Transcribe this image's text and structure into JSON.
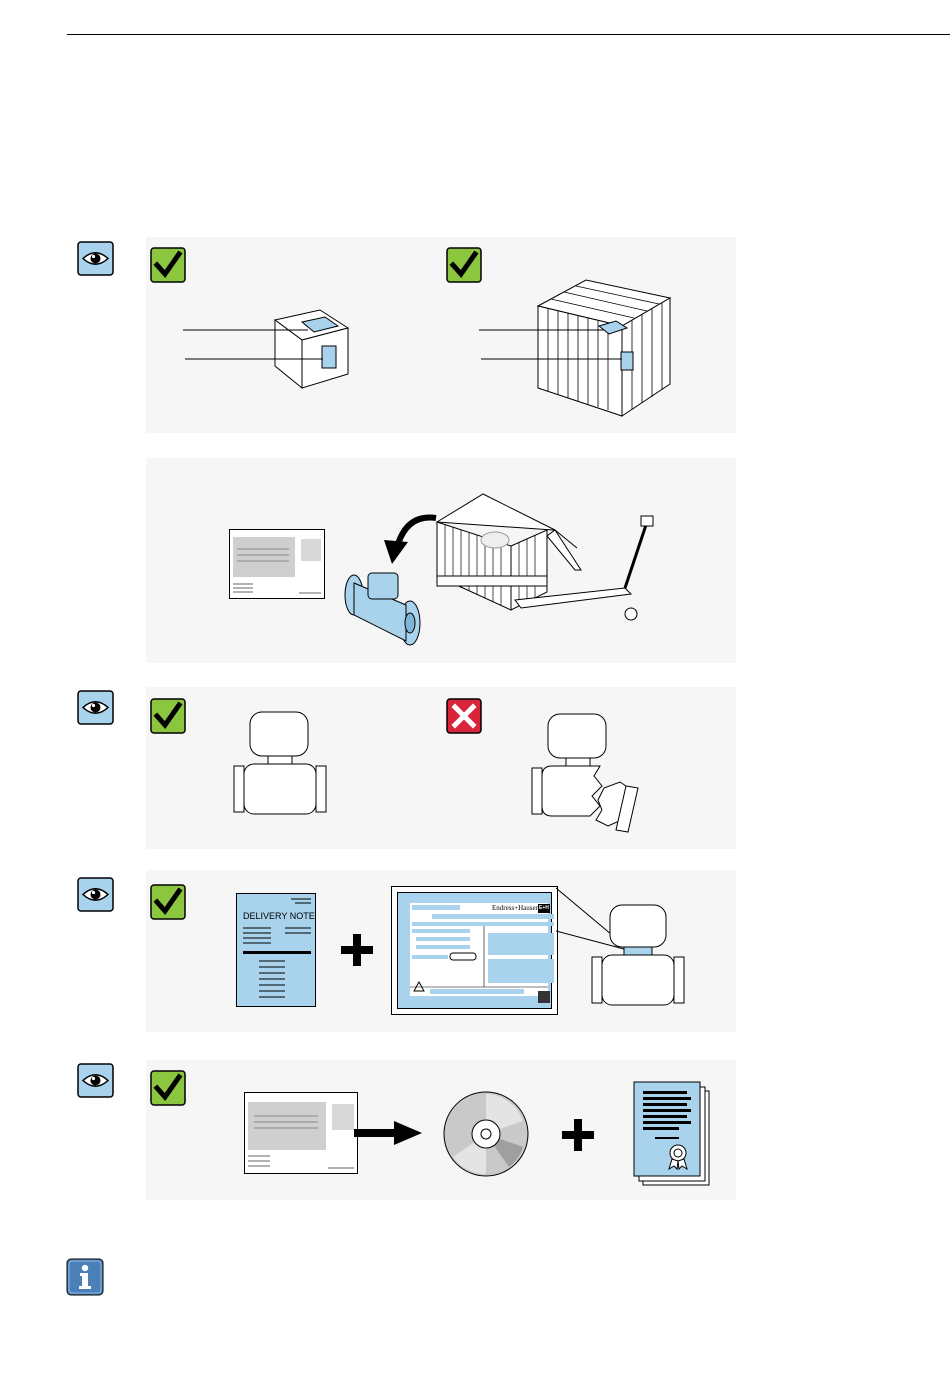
{
  "page": {
    "title": ""
  },
  "colors": {
    "accent_blue": "#a9d2ec",
    "check_green": "#8cc63f",
    "cross_red": "#d8253a",
    "panel_bg": "#f6f6f6"
  },
  "icons": {
    "eye": "eye-icon",
    "check": "checkmark-icon",
    "cross": "cross-icon",
    "info": "info-icon"
  },
  "delivery_note": {
    "title": "DELIVERY NOTE"
  },
  "nameplate": {
    "brand": "Endress+Hauser",
    "logo": "E+H"
  }
}
